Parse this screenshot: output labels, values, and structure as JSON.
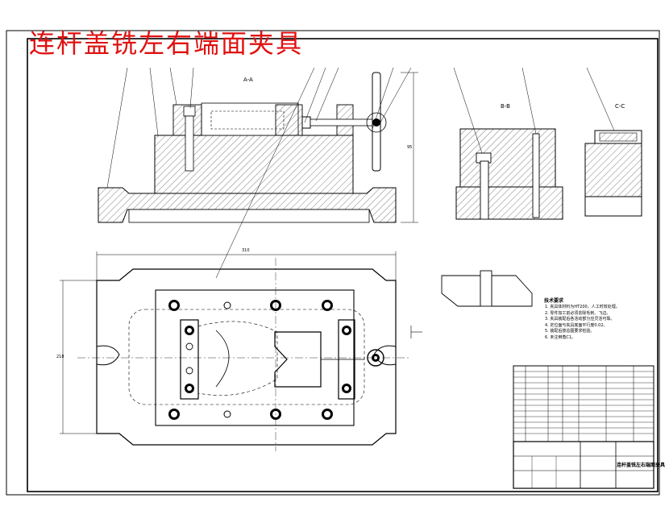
{
  "drawing_title": "连杆盖铣左右端面夹具",
  "views": {
    "section_aa": "A-A",
    "section_bb": "B-B",
    "section_cc": "C-C"
  },
  "tech_requirements": {
    "title": "技术要求",
    "items": [
      "1. 夹具体材料为HT200，人工时效处理。",
      "2. 零件加工前必须去除毛刺、飞边。",
      "3. 夹具装配后各活动部分应灵活可靠。",
      "4. 定位面与夹具底面平行度0.02。",
      "5. 装配后按总图要求检验。",
      "6. 未注倒角C1。"
    ]
  },
  "title_block": {
    "name": "连杆盖铣左右端面夹具"
  },
  "dimensions": {
    "overall_width": "310",
    "overall_height": "95",
    "base_height": "218"
  },
  "colors": {
    "title_red": "#e01010",
    "line": "#000000",
    "paper": "#ffffff"
  }
}
